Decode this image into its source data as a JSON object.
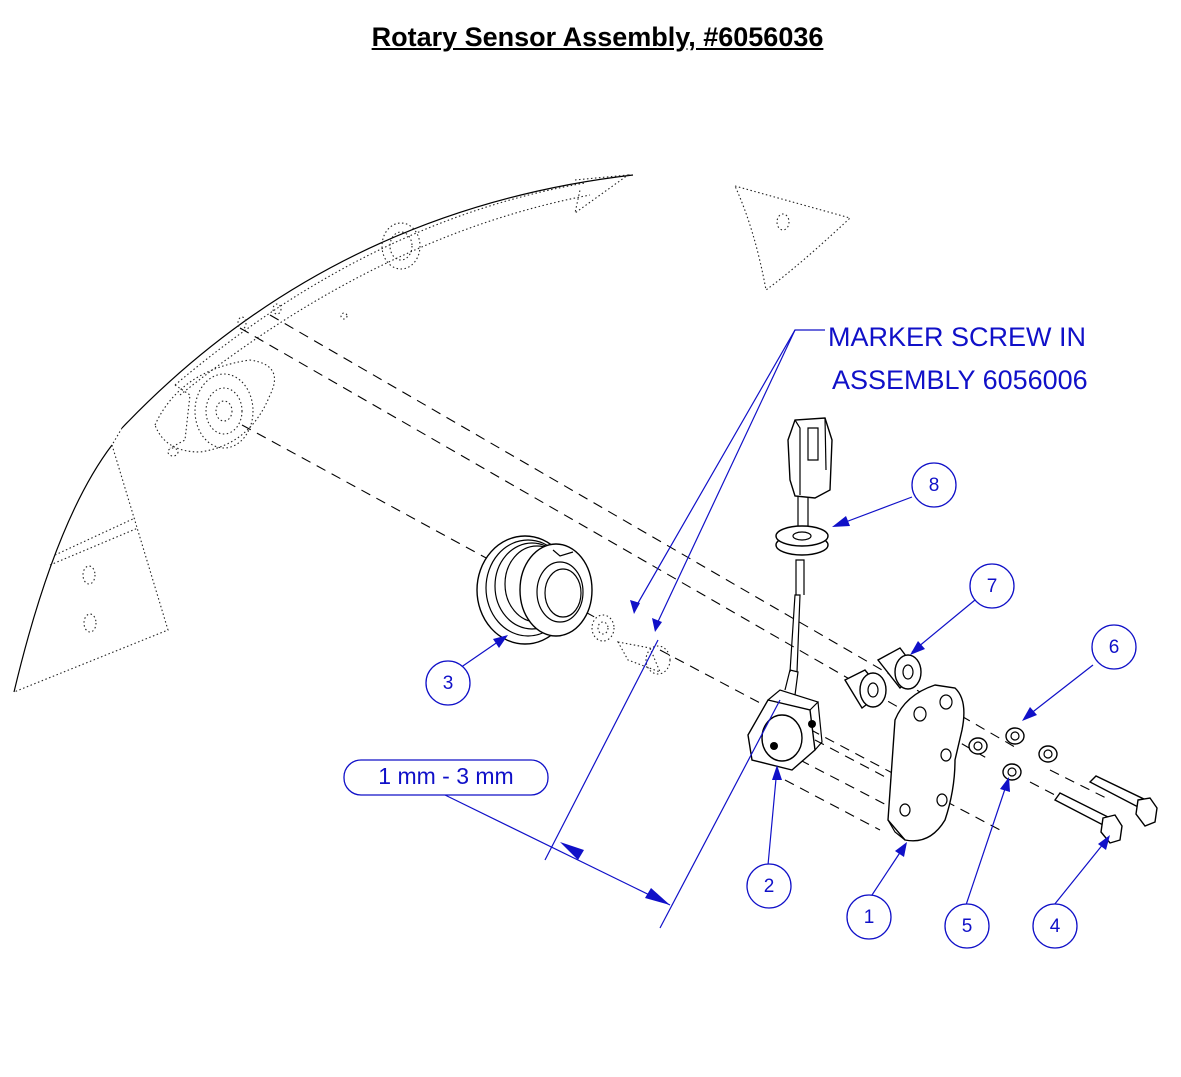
{
  "title": "Rotary Sensor Assembly, #6056036",
  "note": {
    "line1": "MARKER SCREW IN",
    "line2": "ASSEMBLY 6056006"
  },
  "dimension": {
    "label": "1 mm - 3 mm"
  },
  "callouts": {
    "c1": "1",
    "c2": "2",
    "c3": "3",
    "c4": "4",
    "c5": "5",
    "c6": "6",
    "c7": "7",
    "c8": "8"
  },
  "colors": {
    "annotation": "#1010c8",
    "linework": "#000000",
    "background": "#ffffff"
  }
}
